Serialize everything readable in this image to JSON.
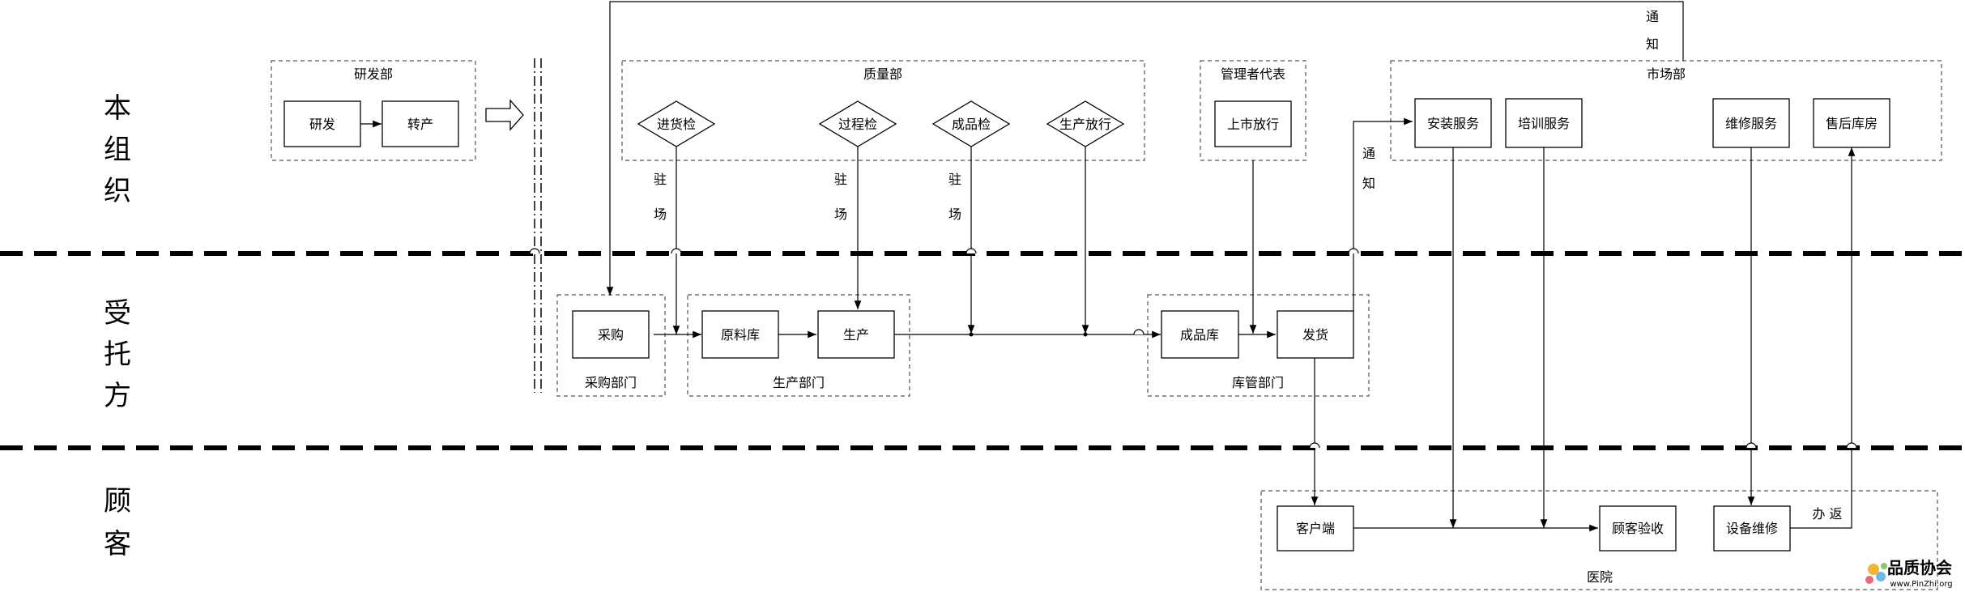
{
  "lanes": {
    "org": [
      "本",
      "组",
      "织"
    ],
    "contractor": [
      "受",
      "托",
      "方"
    ],
    "customer": [
      "顾",
      "客"
    ]
  },
  "groups": {
    "rd": "研发部",
    "quality": "质量部",
    "mgmt_rep": "管理者代表",
    "market": "市场部",
    "purchase_dept": "采购部门",
    "production_dept": "生产部门",
    "warehouse_dept": "库管部门",
    "hospital": "医院"
  },
  "nodes": {
    "research": "研发",
    "transfer": "转产",
    "incoming_check": "进货检",
    "process_check": "过程检",
    "finished_check": "成品检",
    "release": "生产放行",
    "market_release": "上市放行",
    "install_service": "安装服务",
    "training_service": "培训服务",
    "repair_service": "维修服务",
    "aftersale_store": "售后库房",
    "purchase": "采购",
    "raw_store": "原料库",
    "production": "生产",
    "finished_store": "成品库",
    "delivery": "发货",
    "client": "客户端",
    "acceptance": "顾客验收",
    "device_repair": "设备维修"
  },
  "annotations": {
    "notify": [
      "通",
      "知"
    ],
    "onsite": [
      "驻",
      "场"
    ],
    "handle_return": "办 返"
  },
  "watermark": {
    "text": "品质协会",
    "url": "www.PinZhi.org"
  }
}
